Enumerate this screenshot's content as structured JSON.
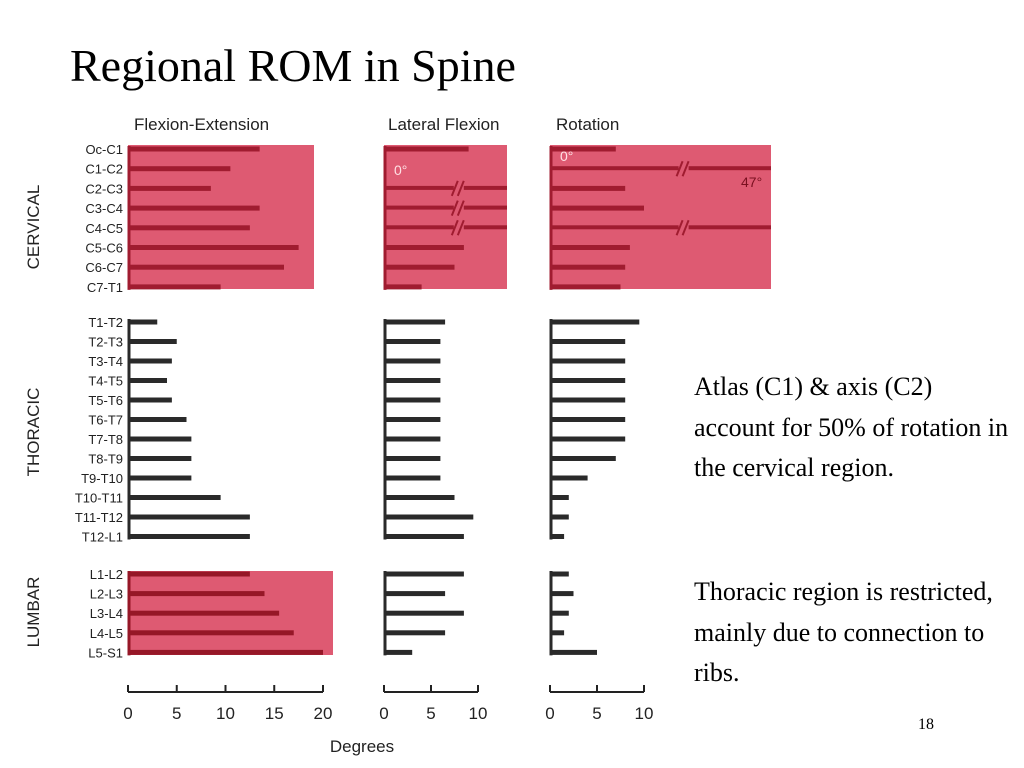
{
  "slide": {
    "title": "Regional ROM in Spine",
    "notes": [
      "Atlas (C1) & axis (C2) account for 50% of rotation in the cervical region.",
      "Thoracic region is restricted, mainly due to connection to ribs."
    ],
    "page_number": "18"
  },
  "colors": {
    "highlight_fill": "#de5a72",
    "cervical_bar": "#a01c30",
    "lumbar_bar": "#961727",
    "thoracic_bar": "#2a2a2a",
    "axis": "#222222",
    "zero_label": "#ffe0e4"
  },
  "chart_data": {
    "type": "bar",
    "orientation": "horizontal",
    "xlabel": "Degrees",
    "panels": [
      {
        "name": "Flexion-Extension",
        "xlim": [
          0,
          20
        ],
        "ticks": [
          0,
          5,
          10,
          15,
          20
        ]
      },
      {
        "name": "Lateral Flexion",
        "xlim": [
          0,
          10
        ],
        "ticks": [
          0,
          5,
          10
        ]
      },
      {
        "name": "Rotation",
        "xlim": [
          0,
          10
        ],
        "ticks": [
          0,
          5,
          10
        ]
      }
    ],
    "regions": [
      {
        "name": "CERVICAL",
        "highlighted": true,
        "categories": [
          "Oc-C1",
          "C1-C2",
          "C2-C3",
          "C3-C4",
          "C4-C5",
          "C5-C6",
          "C6-C7",
          "C7-T1"
        ],
        "values": {
          "Flexion-Extension": [
            13.5,
            10.5,
            8.5,
            13.5,
            12.5,
            17.5,
            16,
            9.5
          ],
          "Lateral Flexion": [
            9,
            0,
            11,
            12,
            12,
            8.5,
            7.5,
            4
          ],
          "Rotation": [
            7,
            47,
            8,
            10,
            11,
            8.5,
            8,
            7.5
          ]
        },
        "annotations": [
          {
            "panel": "Lateral Flexion",
            "text": "0°"
          },
          {
            "panel": "Rotation",
            "text": "0°"
          },
          {
            "panel": "Rotation",
            "text": "47°"
          }
        ]
      },
      {
        "name": "THORACIC",
        "highlighted": false,
        "categories": [
          "T1-T2",
          "T2-T3",
          "T3-T4",
          "T4-T5",
          "T5-T6",
          "T6-T7",
          "T7-T8",
          "T8-T9",
          "T9-T10",
          "T10-T11",
          "T11-T12",
          "T12-L1"
        ],
        "values": {
          "Flexion-Extension": [
            3,
            5,
            4.5,
            4,
            4.5,
            6,
            6.5,
            6.5,
            6.5,
            9.5,
            12.5,
            12.5
          ],
          "Lateral Flexion": [
            6.5,
            6,
            6,
            6,
            6,
            6,
            6,
            6,
            6,
            7.5,
            9.5,
            8.5
          ],
          "Rotation": [
            9.5,
            8,
            8,
            8,
            8,
            8,
            8,
            7,
            4,
            2,
            2,
            1.5
          ]
        }
      },
      {
        "name": "LUMBAR",
        "highlighted": true,
        "categories": [
          "L1-L2",
          "L2-L3",
          "L3-L4",
          "L4-L5",
          "L5-S1"
        ],
        "values": {
          "Flexion-Extension": [
            12.5,
            14,
            15.5,
            17,
            20
          ],
          "Lateral Flexion": [
            8.5,
            6.5,
            8.5,
            6.5,
            3
          ],
          "Rotation": [
            2,
            2.5,
            2,
            1.5,
            5
          ]
        }
      }
    ]
  }
}
